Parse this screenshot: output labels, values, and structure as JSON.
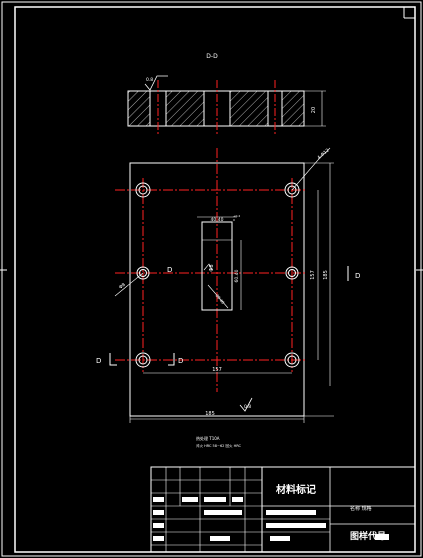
{
  "section_view": {
    "title": "D-D",
    "roughness": "0.8",
    "thickness_dim": "20"
  },
  "plan_view": {
    "roughness_bottom": "0.8",
    "hole_callout_topright": "4-Φ12",
    "hole_callout_left": "Φ8",
    "slot_width_dim": "40.40",
    "slot_tol_upper": "+0.2",
    "slot_tol_lower": "0",
    "slot_fit": "Φ8",
    "slot_height_dim": "60.40",
    "slot_diag_dim": "20.40",
    "hole_spacing_h": "157",
    "overall_width": "185",
    "hole_spacing_v": "157",
    "overall_height": "185",
    "section_marks": [
      "D",
      "D",
      "D",
      "D"
    ]
  },
  "notes": {
    "line1": "热处理 T10A",
    "line2": "淬火 HRC 58~62 回火 HRC"
  },
  "title_block": {
    "material_label": "材料标记",
    "drawing_code_label": "图样代号",
    "mid_label": "名称 规格"
  },
  "colors": {
    "background": "#000000",
    "outline": "#ffffff",
    "centerline": "#ff2222",
    "hatch": "#ffffff"
  }
}
